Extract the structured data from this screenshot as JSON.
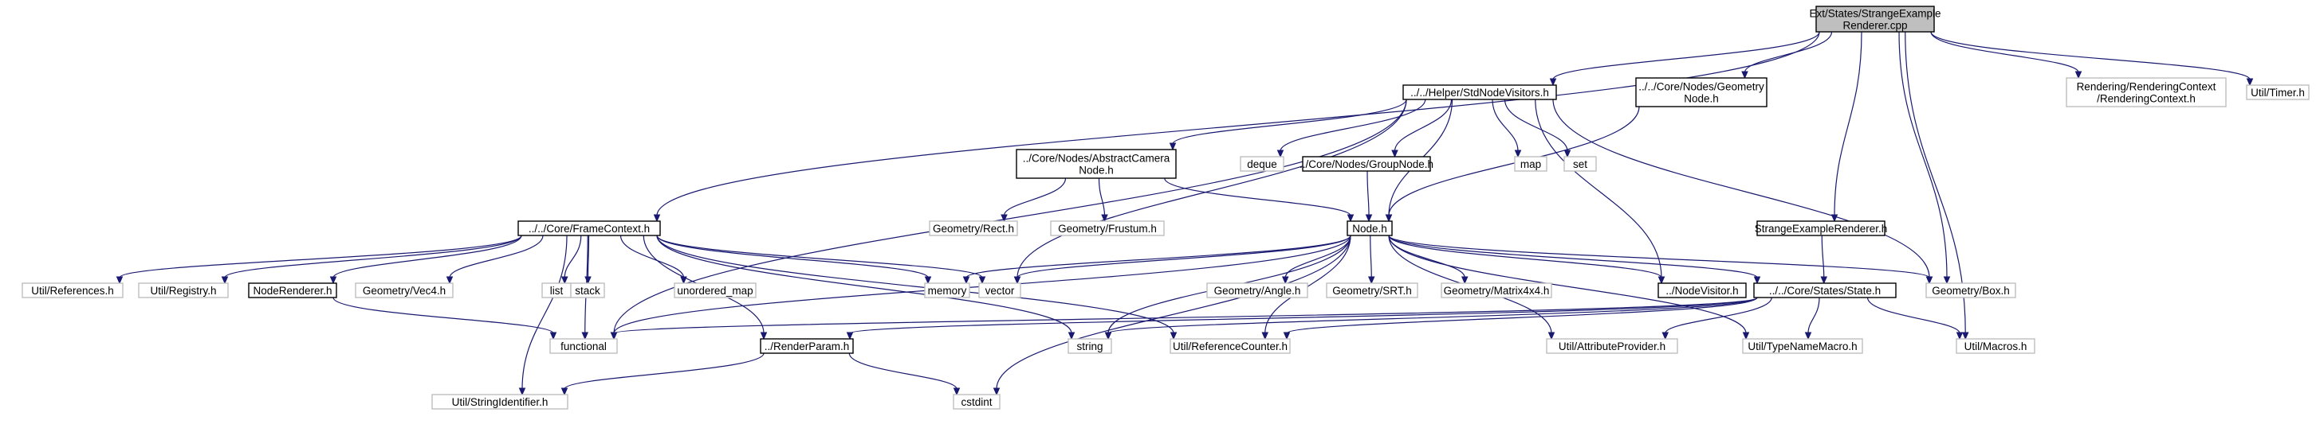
{
  "colors": {
    "edge": "#191970",
    "root_fill": "#bfbfbf",
    "root_border": "#000000",
    "documented_border": "#000000",
    "external_border": "#bfbfbf",
    "text": "#000000"
  },
  "nodes": [
    {
      "id": "root",
      "lines": [
        "Ext/States/StrangeExample",
        "Renderer.cpp"
      ],
      "kind": "root"
    },
    {
      "id": "stdnodevisitors",
      "lines": [
        "../../Helper/StdNodeVisitors.h"
      ],
      "kind": "documented"
    },
    {
      "id": "geometrynode",
      "lines": [
        "../../Core/Nodes/Geometry",
        "Node.h"
      ],
      "kind": "documented"
    },
    {
      "id": "renderingcontext",
      "lines": [
        "Rendering/RenderingContext",
        "/RenderingContext.h"
      ],
      "kind": "external"
    },
    {
      "id": "timer",
      "lines": [
        "Util/Timer.h"
      ],
      "kind": "external"
    },
    {
      "id": "abstractcamera",
      "lines": [
        "../Core/Nodes/AbstractCamera",
        "Node.h"
      ],
      "kind": "documented"
    },
    {
      "id": "deque",
      "lines": [
        "deque"
      ],
      "kind": "external"
    },
    {
      "id": "groupnode",
      "lines": [
        "../Core/Nodes/GroupNode.h"
      ],
      "kind": "documented"
    },
    {
      "id": "map",
      "lines": [
        "map"
      ],
      "kind": "external"
    },
    {
      "id": "set",
      "lines": [
        "set"
      ],
      "kind": "external"
    },
    {
      "id": "rect",
      "lines": [
        "Geometry/Rect.h"
      ],
      "kind": "external"
    },
    {
      "id": "frustum",
      "lines": [
        "Geometry/Frustum.h"
      ],
      "kind": "external"
    },
    {
      "id": "framecontext",
      "lines": [
        "../../Core/FrameContext.h"
      ],
      "kind": "documented"
    },
    {
      "id": "node",
      "lines": [
        "Node.h"
      ],
      "kind": "documented"
    },
    {
      "id": "strangerenderer",
      "lines": [
        "StrangeExampleRenderer.h"
      ],
      "kind": "documented"
    },
    {
      "id": "references",
      "lines": [
        "Util/References.h"
      ],
      "kind": "external"
    },
    {
      "id": "registry",
      "lines": [
        "Util/Registry.h"
      ],
      "kind": "external"
    },
    {
      "id": "noderenderer",
      "lines": [
        "NodeRenderer.h"
      ],
      "kind": "documented"
    },
    {
      "id": "vec4",
      "lines": [
        "Geometry/Vec4.h"
      ],
      "kind": "external"
    },
    {
      "id": "list",
      "lines": [
        "list"
      ],
      "kind": "external"
    },
    {
      "id": "stack",
      "lines": [
        "stack"
      ],
      "kind": "external"
    },
    {
      "id": "unorderedmap",
      "lines": [
        "unordered_map"
      ],
      "kind": "external"
    },
    {
      "id": "memory",
      "lines": [
        "memory"
      ],
      "kind": "external"
    },
    {
      "id": "vector",
      "lines": [
        "vector"
      ],
      "kind": "external"
    },
    {
      "id": "angle",
      "lines": [
        "Geometry/Angle.h"
      ],
      "kind": "external"
    },
    {
      "id": "srt",
      "lines": [
        "Geometry/SRT.h"
      ],
      "kind": "external"
    },
    {
      "id": "matrix",
      "lines": [
        "Geometry/Matrix4x4.h"
      ],
      "kind": "external"
    },
    {
      "id": "nodevisitor",
      "lines": [
        "../NodeVisitor.h"
      ],
      "kind": "documented"
    },
    {
      "id": "state",
      "lines": [
        "../../Core/States/State.h"
      ],
      "kind": "documented"
    },
    {
      "id": "box",
      "lines": [
        "Geometry/Box.h"
      ],
      "kind": "external"
    },
    {
      "id": "functional",
      "lines": [
        "functional"
      ],
      "kind": "external"
    },
    {
      "id": "renderparam",
      "lines": [
        "../RenderParam.h"
      ],
      "kind": "documented"
    },
    {
      "id": "string",
      "lines": [
        "string"
      ],
      "kind": "external"
    },
    {
      "id": "refcounter",
      "lines": [
        "Util/ReferenceCounter.h"
      ],
      "kind": "external"
    },
    {
      "id": "attrprovider",
      "lines": [
        "Util/AttributeProvider.h"
      ],
      "kind": "external"
    },
    {
      "id": "typenamemacro",
      "lines": [
        "Util/TypeNameMacro.h"
      ],
      "kind": "external"
    },
    {
      "id": "macros",
      "lines": [
        "Util/Macros.h"
      ],
      "kind": "external"
    },
    {
      "id": "stringid",
      "lines": [
        "Util/StringIdentifier.h"
      ],
      "kind": "external"
    },
    {
      "id": "cstdint",
      "lines": [
        "cstdint"
      ],
      "kind": "external"
    }
  ],
  "edges": [
    [
      "root",
      "stdnodevisitors"
    ],
    [
      "root",
      "geometrynode"
    ],
    [
      "root",
      "renderingcontext"
    ],
    [
      "root",
      "timer"
    ],
    [
      "root",
      "framecontext"
    ],
    [
      "root",
      "strangerenderer"
    ],
    [
      "root",
      "box"
    ],
    [
      "root",
      "macros"
    ],
    [
      "stdnodevisitors",
      "abstractcamera"
    ],
    [
      "stdnodevisitors",
      "deque"
    ],
    [
      "stdnodevisitors",
      "groupnode"
    ],
    [
      "stdnodevisitors",
      "map"
    ],
    [
      "stdnodevisitors",
      "set"
    ],
    [
      "stdnodevisitors",
      "node"
    ],
    [
      "stdnodevisitors",
      "vector"
    ],
    [
      "stdnodevisitors",
      "functional"
    ],
    [
      "stdnodevisitors",
      "nodevisitor"
    ],
    [
      "stdnodevisitors",
      "box"
    ],
    [
      "geometrynode",
      "node"
    ],
    [
      "abstractcamera",
      "rect"
    ],
    [
      "abstractcamera",
      "frustum"
    ],
    [
      "abstractcamera",
      "node"
    ],
    [
      "groupnode",
      "node"
    ],
    [
      "framecontext",
      "references"
    ],
    [
      "framecontext",
      "registry"
    ],
    [
      "framecontext",
      "noderenderer"
    ],
    [
      "framecontext",
      "vec4"
    ],
    [
      "framecontext",
      "list"
    ],
    [
      "framecontext",
      "stack"
    ],
    [
      "framecontext",
      "unorderedmap"
    ],
    [
      "framecontext",
      "memory"
    ],
    [
      "framecontext",
      "vector"
    ],
    [
      "framecontext",
      "functional"
    ],
    [
      "framecontext",
      "renderparam"
    ],
    [
      "framecontext",
      "string"
    ],
    [
      "framecontext",
      "refcounter"
    ],
    [
      "framecontext",
      "stringid"
    ],
    [
      "noderenderer",
      "functional"
    ],
    [
      "node",
      "memory"
    ],
    [
      "node",
      "vector"
    ],
    [
      "node",
      "angle"
    ],
    [
      "node",
      "srt"
    ],
    [
      "node",
      "matrix"
    ],
    [
      "node",
      "nodevisitor"
    ],
    [
      "node",
      "state"
    ],
    [
      "node",
      "box"
    ],
    [
      "node",
      "functional"
    ],
    [
      "node",
      "string"
    ],
    [
      "node",
      "refcounter"
    ],
    [
      "node",
      "attrprovider"
    ],
    [
      "node",
      "typenamemacro"
    ],
    [
      "node",
      "cstdint"
    ],
    [
      "strangerenderer",
      "state"
    ],
    [
      "state",
      "functional"
    ],
    [
      "state",
      "renderparam"
    ],
    [
      "state",
      "string"
    ],
    [
      "state",
      "refcounter"
    ],
    [
      "state",
      "attrprovider"
    ],
    [
      "state",
      "typenamemacro"
    ],
    [
      "state",
      "macros"
    ],
    [
      "renderparam",
      "stringid"
    ],
    [
      "renderparam",
      "cstdint"
    ]
  ]
}
